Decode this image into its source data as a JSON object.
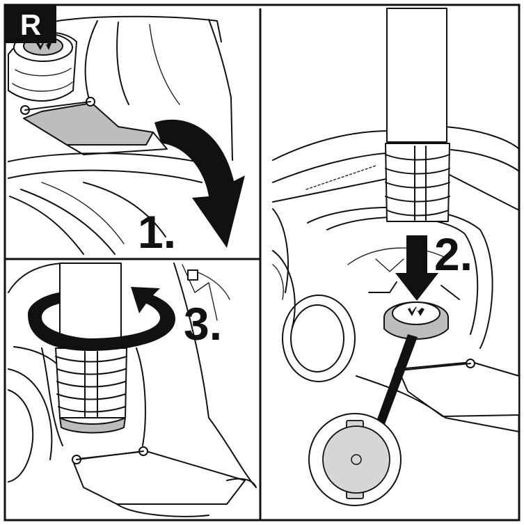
{
  "badge": {
    "label": "R",
    "background": "#111111",
    "text_color": "#ffffff"
  },
  "steps": [
    {
      "label": "1."
    },
    {
      "label": "2."
    },
    {
      "label": "3."
    }
  ],
  "colors": {
    "line": "#111111",
    "part_fill": "#bdbdbd",
    "background": "#ffffff"
  },
  "icons": [
    "curved-arrow-icon",
    "down-arrow-icon",
    "rotate-arrow-icon",
    "zoom-callout-icon"
  ]
}
